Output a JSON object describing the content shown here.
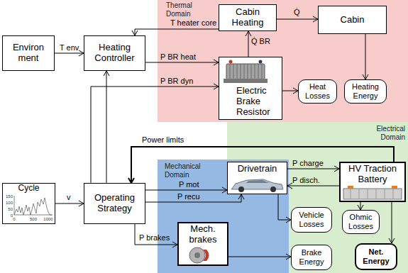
{
  "diagram": {
    "nodes": [
      {
        "text": [
          "Environ ment"
        ]
      },
      {
        "text": [
          "Heating Controller"
        ]
      },
      {
        "text": [
          "Thermal Domain"
        ]
      },
      {
        "text": [
          "Cabin Heating"
        ],
        "in": 2
      },
      {
        "text": [
          "Cabin"
        ],
        "in": 2
      },
      {
        "text": [
          "Electric Brake Resistor"
        ],
        "in": 2
      },
      {
        "text": [
          "Heat Losses"
        ],
        "in": 2
      },
      {
        "text": [
          "Heating Energy"
        ],
        "in": 2
      },
      {
        "text": [
          "Electrical Domain"
        ]
      },
      {
        "text": [
          "HV Traction Battery"
        ],
        "in": 8
      },
      {
        "text": [
          "Ohmic Losses"
        ],
        "in": 8
      },
      {
        "text": [
          "Vehicle Losses"
        ],
        "in": 8
      },
      {
        "text": [
          "Net. Energy"
        ],
        "in": 8
      },
      {
        "text": [
          "Brake Energy"
        ],
        "in": 8
      },
      {
        "text": [
          "Mechanical Domain"
        ]
      },
      {
        "text": [
          "Drivetrain"
        ],
        "in": 14
      },
      {
        "text": [
          "Mech. brakes"
        ],
        "in": 14
      },
      {
        "text": [
          "Cycle"
        ]
      },
      {
        "text": [
          "Operating Strategy"
        ]
      }
    ],
    "edges": [
      {
        "from": 0,
        "to": 1,
        "label": "T env",
        "arrow": "to"
      },
      {
        "from": 3,
        "to": 1,
        "label": "T heater core",
        "arrow": "to"
      },
      {
        "from": 3,
        "to": 4,
        "label": "Q̇",
        "arrow": "to"
      },
      {
        "from": 5,
        "to": 3,
        "label": "Q̇ BR",
        "arrow": "to"
      },
      {
        "from": 1,
        "to": 5,
        "label": "P BR heat",
        "arrow": "to"
      },
      {
        "from": 5,
        "to": 6,
        "arrow": "to"
      },
      {
        "from": 4,
        "to": 7,
        "arrow": "to"
      },
      {
        "from": 17,
        "to": 18,
        "label": "v",
        "arrow": "to"
      },
      {
        "from": 18,
        "to": 5,
        "label": "P BR dyn",
        "arrow": "to"
      },
      {
        "from": 9,
        "to": 18,
        "label": "Power limits",
        "arrow": "to"
      },
      {
        "from": 18,
        "to": 1,
        "arrow": "to"
      },
      {
        "from": 18,
        "to": 15,
        "label": "P mot",
        "arrow": "to"
      },
      {
        "from": 18,
        "to": 15,
        "label": "P recu",
        "arrow": "to"
      },
      {
        "from": 18,
        "to": 16,
        "label": "P brakes",
        "arrow": "to"
      },
      {
        "from": 15,
        "to": 9,
        "label": "P charge",
        "arrow": "to"
      },
      {
        "from": 9,
        "to": 15,
        "label": "P disch.",
        "arrow": "to"
      },
      {
        "from": 15,
        "to": 11,
        "arrow": "to"
      },
      {
        "from": 9,
        "to": 10,
        "arrow": "to"
      },
      {
        "from": 16,
        "to": 13,
        "arrow": "to"
      },
      {
        "from": 9,
        "to": 12,
        "arrow": "to"
      }
    ],
    "labels": [
      "150",
      "100",
      "50",
      "0",
      "0",
      "500",
      "1000"
    ]
  }
}
